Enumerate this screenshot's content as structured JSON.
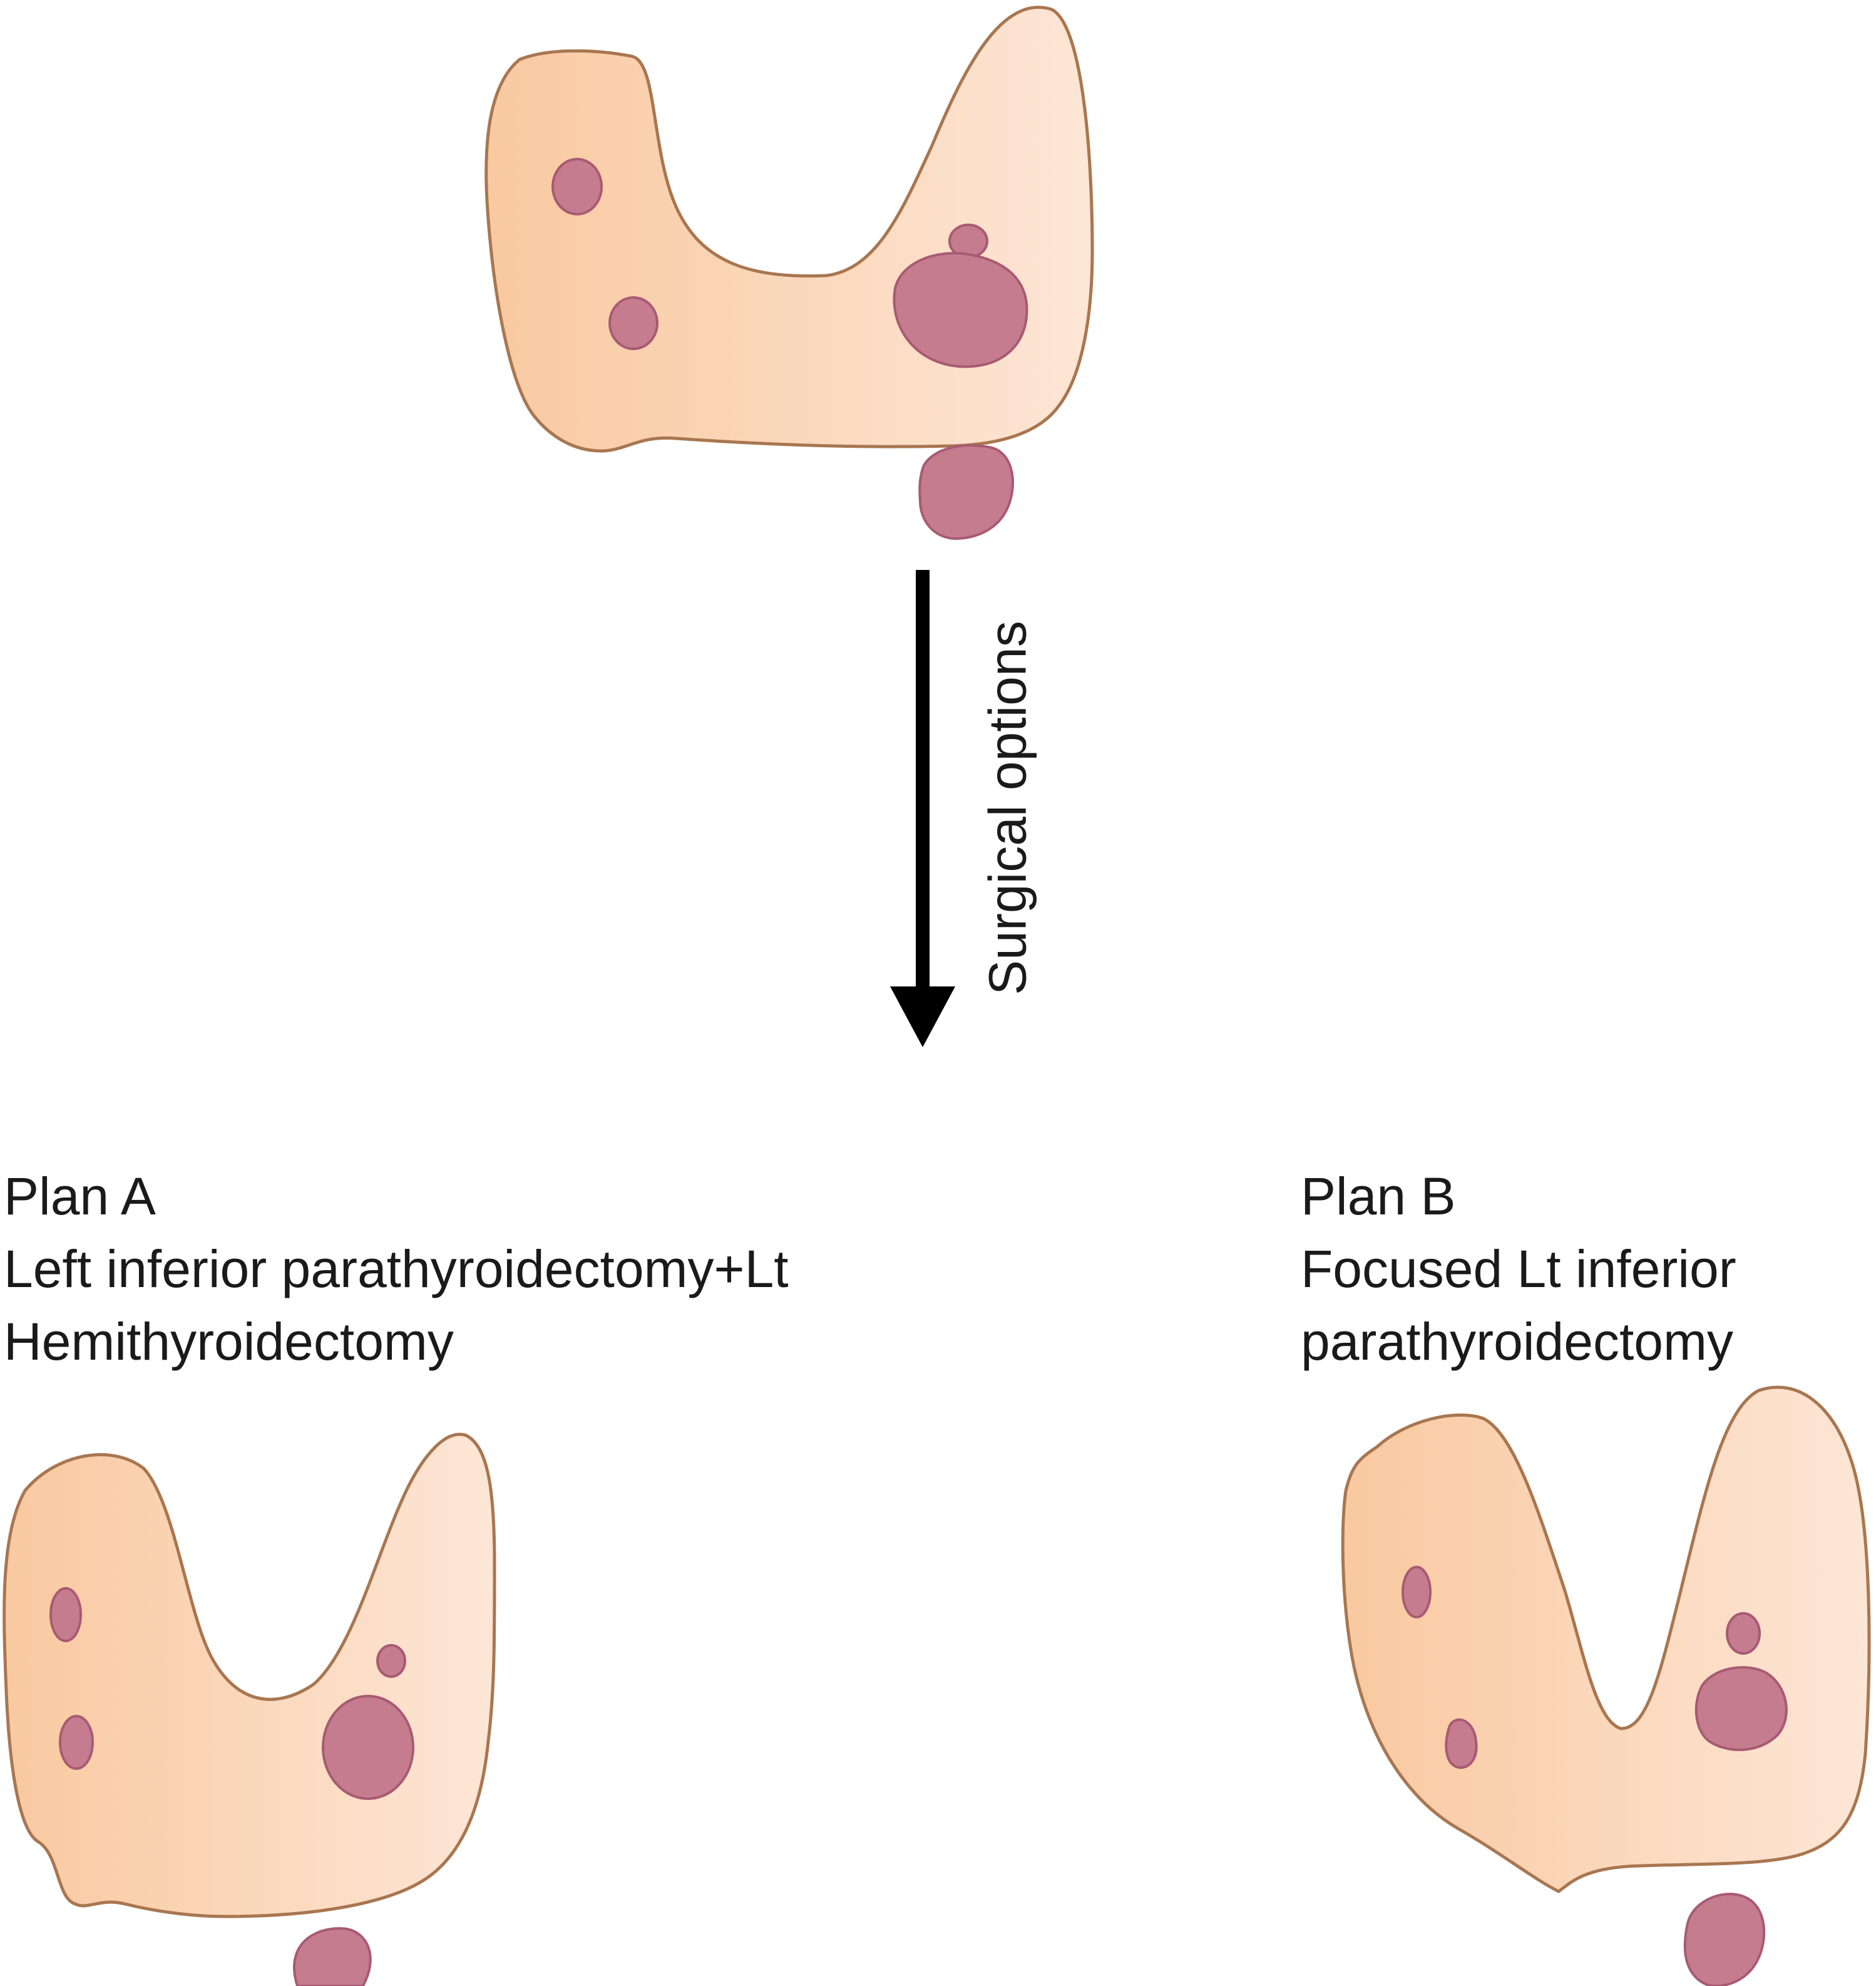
{
  "colors": {
    "thyroid_light": "#fde6d6",
    "thyroid_dark": "#f9c9a0",
    "outline": "#a87650",
    "nodule_fill": "#c47c8e",
    "nodule_stroke": "#a85a72",
    "arrow": "#000000"
  },
  "arrow": {
    "label": "Surgical options"
  },
  "plans": {
    "a": {
      "title": "Plan A",
      "line1": "Left inferior parathyroidectomy+Lt",
      "line2": "Hemithyroidectomy"
    },
    "b": {
      "title": "Plan B",
      "line1": "Focused Lt inferior",
      "line2": "parathyroidectomy"
    }
  }
}
